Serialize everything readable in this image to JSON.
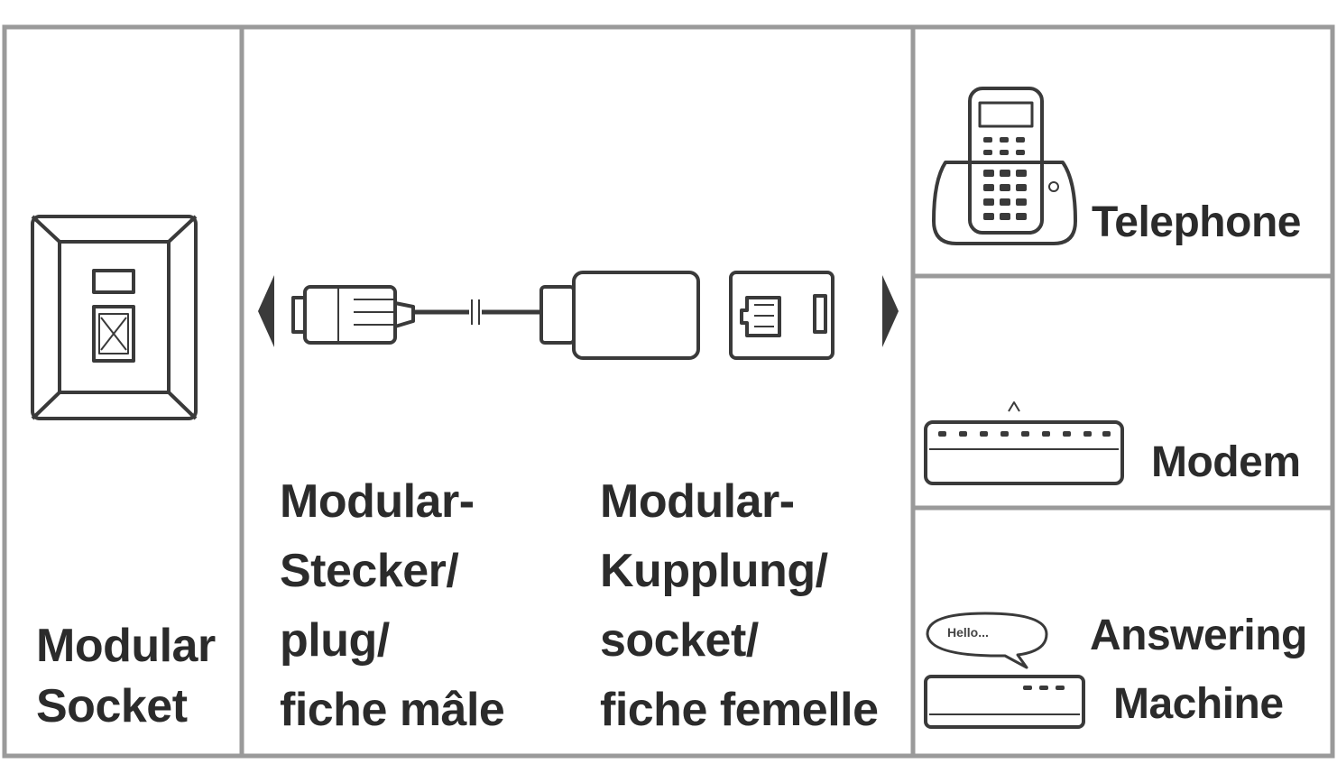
{
  "left_panel": {
    "label_line1": "Modular",
    "label_line2": "Socket",
    "icon": "wall-socket-icon"
  },
  "middle_panel": {
    "plug_label": [
      "Modular-",
      "Stecker/",
      "plug/",
      "fiche mâle"
    ],
    "socket_label": [
      "Modular-",
      "Kupplung/",
      "socket/",
      "fiche femelle"
    ],
    "icons": [
      "arrow-left-icon",
      "rj-plug-icon",
      "cable-icon",
      "adapter-icon",
      "rj-jack-icon",
      "arrow-right-icon"
    ]
  },
  "right_panel": {
    "devices": [
      {
        "label": "Telephone",
        "icon": "telephone-icon"
      },
      {
        "label": "Modem",
        "icon": "modem-icon"
      },
      {
        "label_line1": "Answering",
        "label_line2": "Machine",
        "icon": "answering-machine-icon",
        "bubble_text": "Hello..."
      }
    ]
  },
  "colors": {
    "stroke": "#3a3a3a",
    "panel_border": "#9a9a9a",
    "fill": "#f4f4f4",
    "text": "#2b2b2b"
  }
}
